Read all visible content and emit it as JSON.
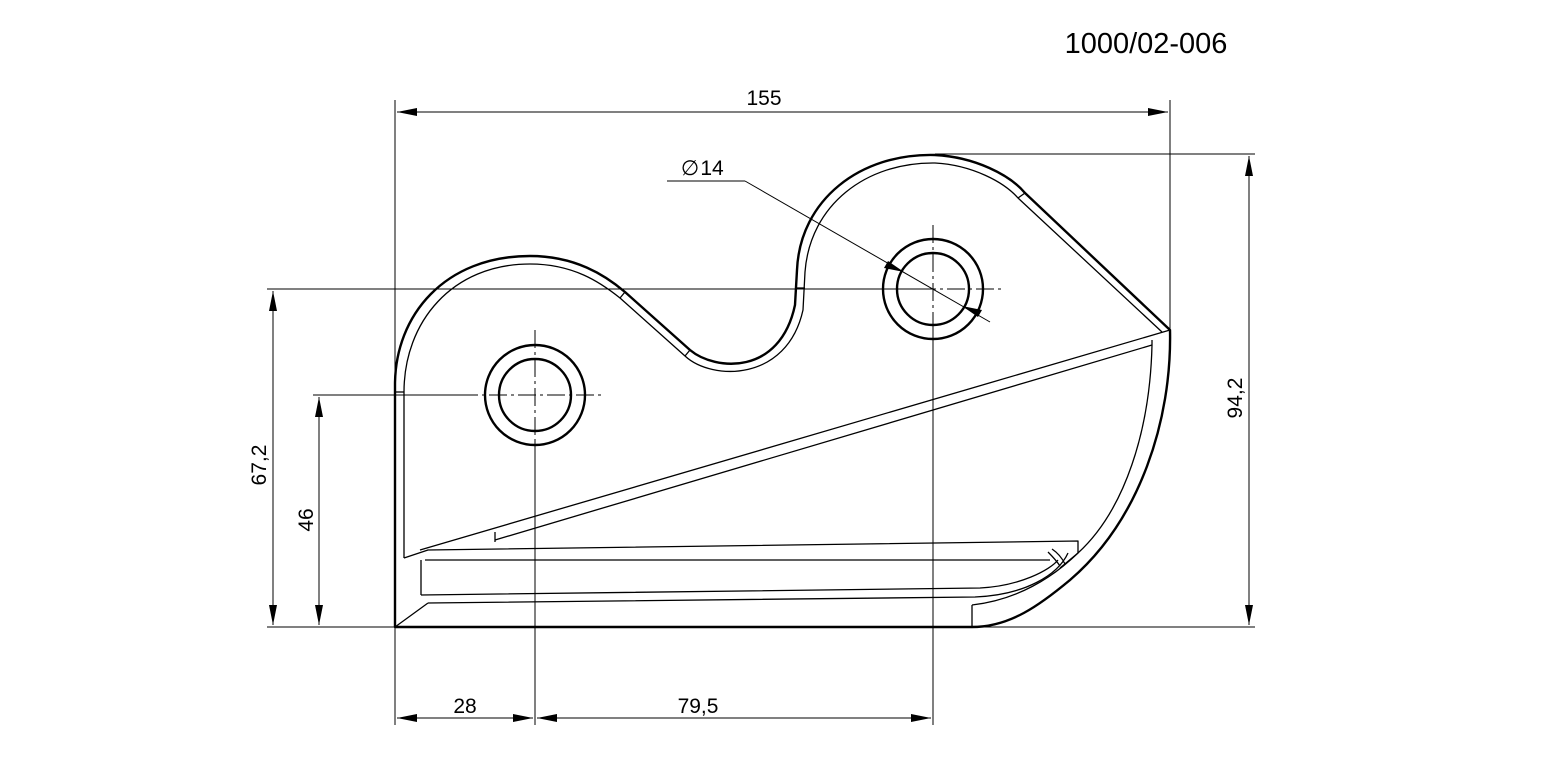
{
  "drawing_number": "1000/02-006",
  "dimensions": {
    "overall_width": "155",
    "hole_diameter": "14",
    "diameter_symbol": "∅",
    "overall_height": "94,2",
    "upper_hole_height": "67,2",
    "lower_hole_height": "46",
    "lower_hole_offset": "28",
    "hole_spacing": "79,5"
  }
}
